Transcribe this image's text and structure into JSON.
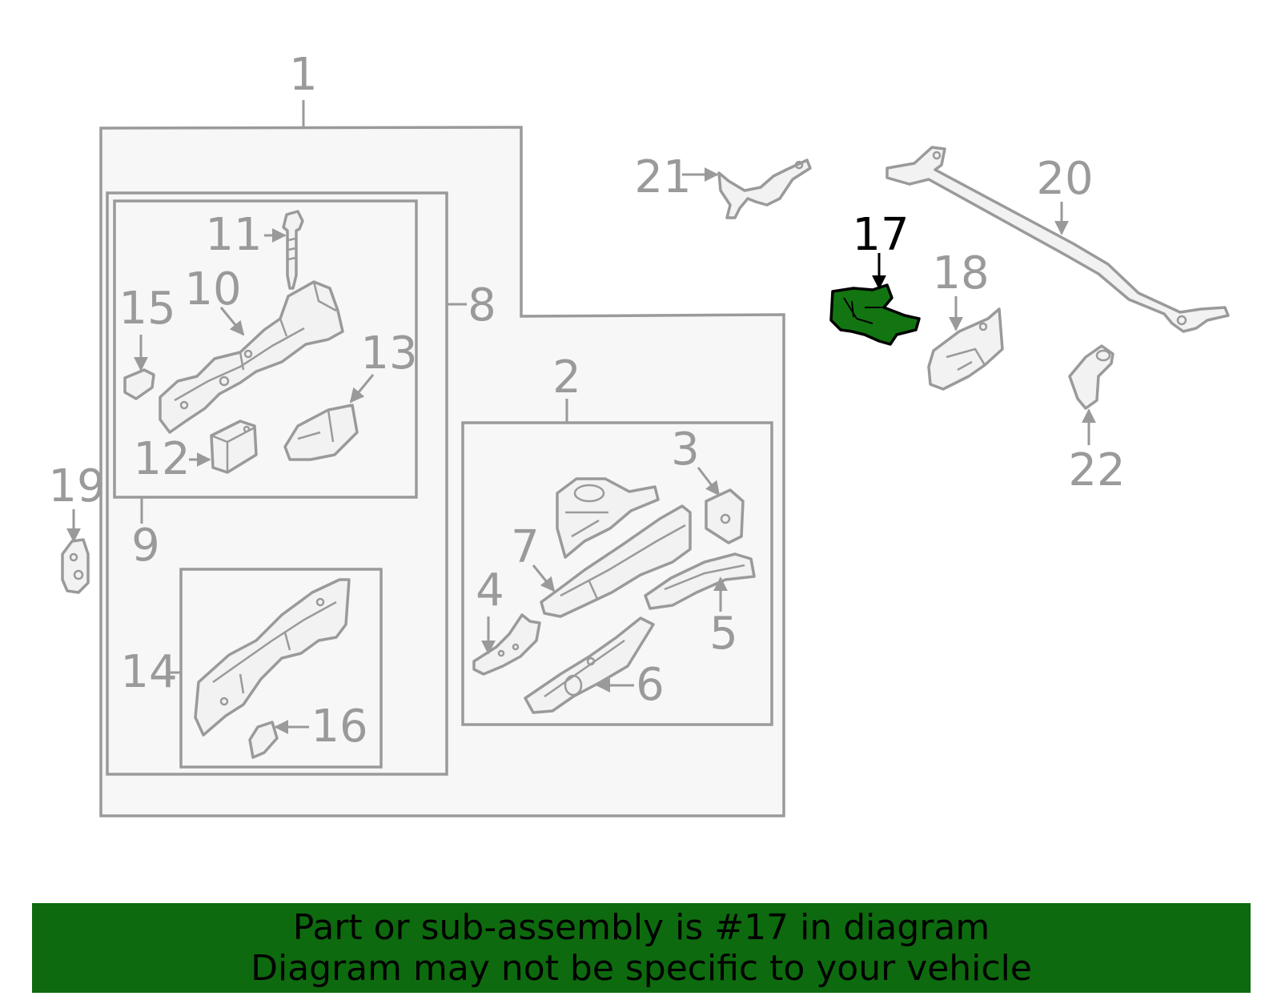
{
  "colors": {
    "line": "#9a9a9a",
    "panel": "#f7f7f7",
    "highlight_part": "#127512",
    "banner": "#0e6a0e",
    "banner_text": "#000000"
  },
  "highlighted_part": "17",
  "callouts": {
    "c1": "1",
    "c2": "2",
    "c3": "3",
    "c4": "4",
    "c5": "5",
    "c6": "6",
    "c7": "7",
    "c8": "8",
    "c9": "9",
    "c10": "10",
    "c11": "11",
    "c12": "12",
    "c13": "13",
    "c14": "14",
    "c15": "15",
    "c16": "16",
    "c17": "17",
    "c18": "18",
    "c19": "19",
    "c20": "20",
    "c21": "21",
    "c22": "22"
  },
  "banner": {
    "line1": "Part or sub-assembly is #17 in diagram",
    "line2": "Diagram may not be specific to your vehicle"
  }
}
